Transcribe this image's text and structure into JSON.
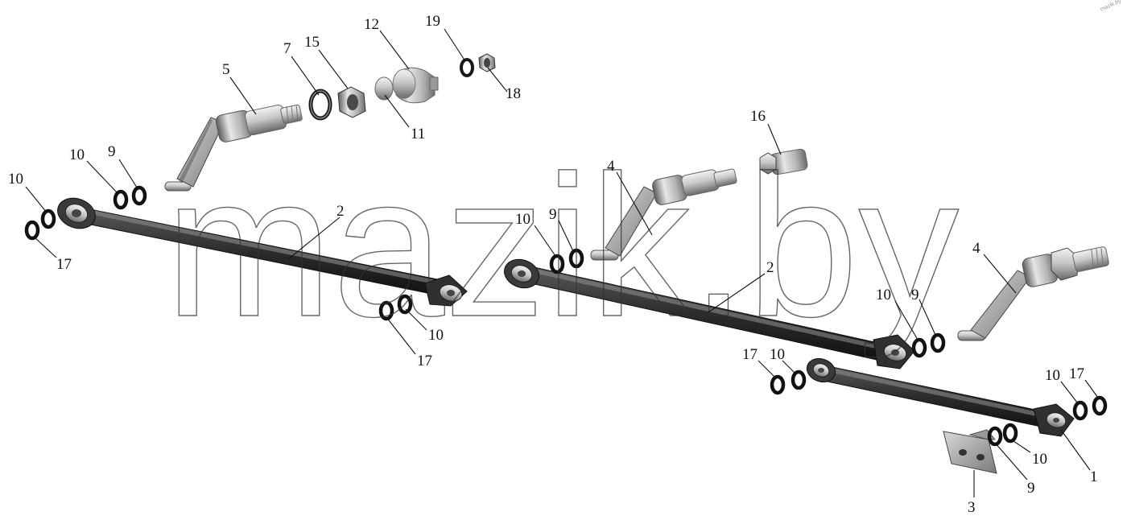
{
  "watermark": "mazik.by",
  "corner_mark": "mazik.by",
  "callouts": [
    {
      "id": "c-5",
      "label": "5"
    },
    {
      "id": "c-7",
      "label": "7"
    },
    {
      "id": "c-15",
      "label": "15"
    },
    {
      "id": "c-12",
      "label": "12"
    },
    {
      "id": "c-19",
      "label": "19"
    },
    {
      "id": "c-18",
      "label": "18"
    },
    {
      "id": "c-11",
      "label": "11"
    },
    {
      "id": "c-16",
      "label": "16"
    },
    {
      "id": "c-4a",
      "label": "4"
    },
    {
      "id": "c-4b",
      "label": "4"
    },
    {
      "id": "c-10a",
      "label": "10"
    },
    {
      "id": "c-17a",
      "label": "17"
    },
    {
      "id": "c-10b",
      "label": "10"
    },
    {
      "id": "c-9a",
      "label": "9"
    },
    {
      "id": "c-2a",
      "label": "2"
    },
    {
      "id": "c-10c",
      "label": "10"
    },
    {
      "id": "c-17b",
      "label": "17"
    },
    {
      "id": "c-10d",
      "label": "10"
    },
    {
      "id": "c-9b",
      "label": "9"
    },
    {
      "id": "c-2b",
      "label": "2"
    },
    {
      "id": "c-10e",
      "label": "10"
    },
    {
      "id": "c-9c",
      "label": "9"
    },
    {
      "id": "c-17c",
      "label": "17"
    },
    {
      "id": "c-10f",
      "label": "10"
    },
    {
      "id": "c-10g",
      "label": "10"
    },
    {
      "id": "c-17d",
      "label": "17"
    },
    {
      "id": "c-10h",
      "label": "10"
    },
    {
      "id": "c-9d",
      "label": "9"
    },
    {
      "id": "c-1",
      "label": "1"
    },
    {
      "id": "c-3",
      "label": "3"
    }
  ]
}
